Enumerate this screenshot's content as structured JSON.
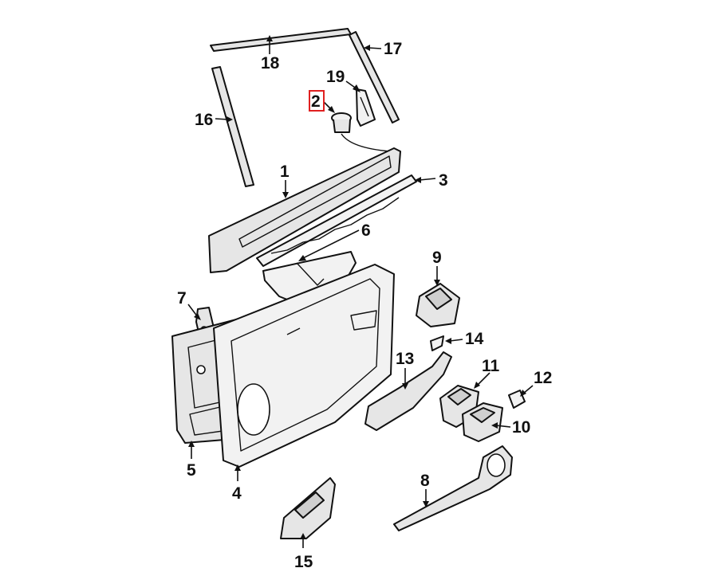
{
  "callouts": {
    "c1": "1",
    "c2": "2",
    "c3": "3",
    "c4": "4",
    "c5": "5",
    "c6": "6",
    "c7": "7",
    "c8": "8",
    "c9": "9",
    "c10": "10",
    "c11": "11",
    "c12": "12",
    "c13": "13",
    "c14": "14",
    "c15": "15",
    "c16": "16",
    "c17": "17",
    "c18": "18",
    "c19": "19"
  },
  "highlighted_callout": "2",
  "colors": {
    "highlight": "#e02020",
    "line": "#111111",
    "fill": "#e6e6e6"
  }
}
